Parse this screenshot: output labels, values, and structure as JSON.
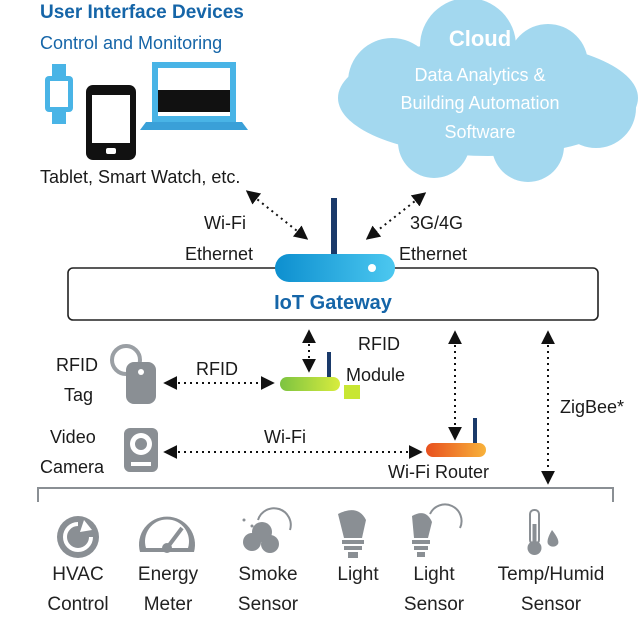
{
  "header": {
    "title": "User Interface Devices",
    "subtitle": "Control and Monitoring",
    "devices_caption": "Tablet, Smart Watch, etc."
  },
  "cloud": {
    "title": "Cloud",
    "line1": "Data Analytics &",
    "line2": "Building Automation",
    "line3": "Software"
  },
  "links": {
    "left_top": "Wi-Fi",
    "left_bottom": "Ethernet",
    "right_top": "3G/4G",
    "right_bottom": "Ethernet"
  },
  "gateway": {
    "label": "IoT Gateway"
  },
  "rfid": {
    "tag_line1": "RFID",
    "tag_line2": "Tag",
    "link_label": "RFID",
    "module_line1": "RFID",
    "module_line2": "Module"
  },
  "camera": {
    "line1": "Video",
    "line2": "Camera",
    "link_label": "Wi-Fi"
  },
  "router": {
    "label": "Wi-Fi Router"
  },
  "zigbee": {
    "label": "ZigBee*"
  },
  "sensors": [
    {
      "line1": "HVAC",
      "line2": "Control",
      "icon": "hvac-icon"
    },
    {
      "line1": "Energy",
      "line2": "Meter",
      "icon": "gauge-icon"
    },
    {
      "line1": "Smoke",
      "line2": "Sensor",
      "icon": "smoke-icon"
    },
    {
      "line1": "Light",
      "line2": "",
      "icon": "bulb-icon"
    },
    {
      "line1": "Light",
      "line2": "Sensor",
      "icon": "bulb-sensor-icon"
    },
    {
      "line1": "Temp/Humid",
      "line2": "Sensor",
      "icon": "thermometer-icon"
    }
  ],
  "colors": {
    "brand_blue": "#1565a8",
    "cloud": "#9ed5ee",
    "gateway_cyan": "#2aaee0",
    "rfid_green": "#a8d83a",
    "router_orange": "#f0882a",
    "icon_gray": "#8a8f94"
  }
}
